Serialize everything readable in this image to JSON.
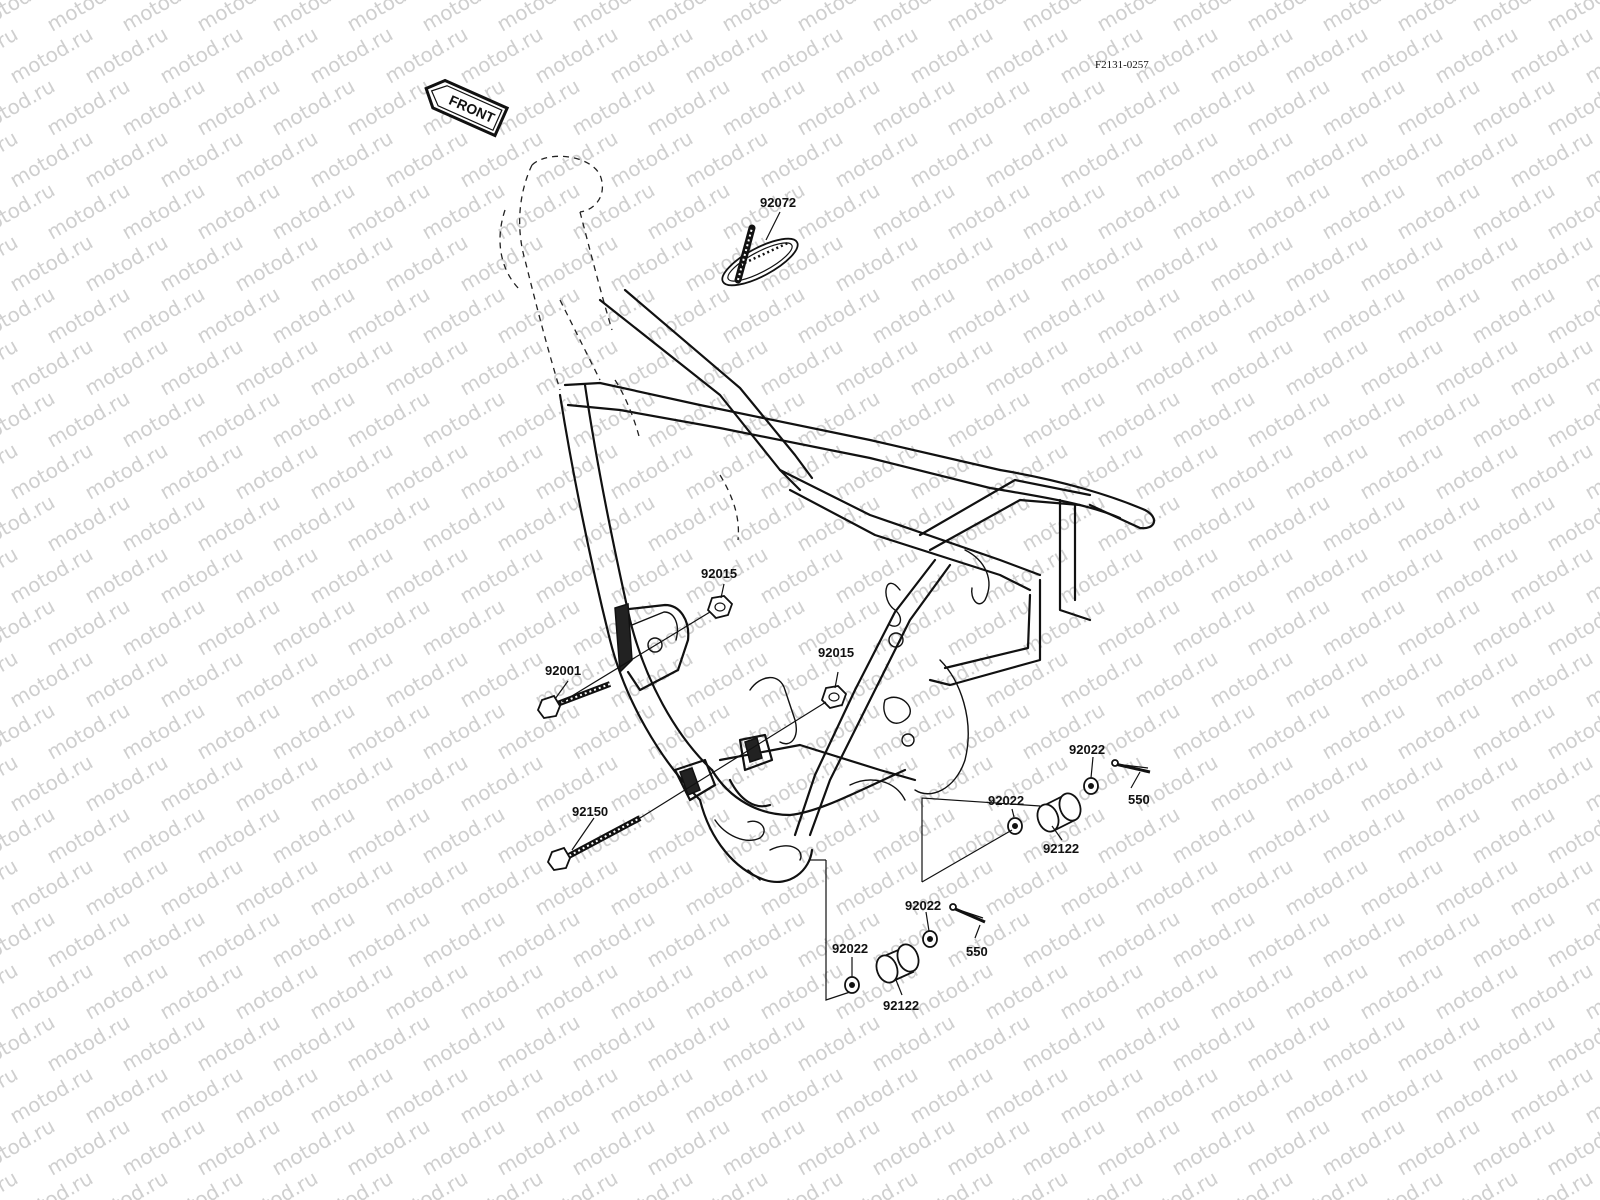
{
  "drawing_code": "F2131-0257",
  "front_label": "FRONT",
  "watermark": "motod.ru",
  "callouts": {
    "clamp_92072": "92072",
    "nut_92015_a": "92015",
    "nut_92015_b": "92015",
    "bolt_92001": "92001",
    "bolt_92150": "92150",
    "washer_92022_a": "92022",
    "washer_92022_b": "92022",
    "washer_92022_c": "92022",
    "washer_92022_d": "92022",
    "pin_550_a": "550",
    "pin_550_b": "550",
    "bushing_92122_a": "92122",
    "bushing_92122_b": "92122"
  }
}
